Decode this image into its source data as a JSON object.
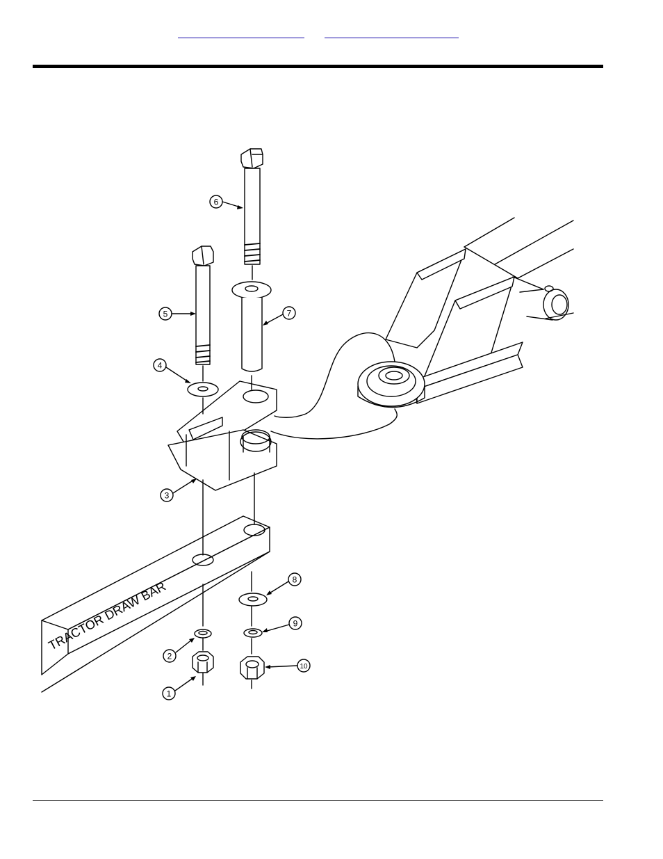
{
  "header": {
    "links": [
      "",
      ""
    ]
  },
  "drawing": {
    "drawbar_text": "TRACTOR DRAW BAR",
    "callouts": [
      "1",
      "2",
      "3",
      "4",
      "5",
      "6",
      "7",
      "8",
      "9",
      "10"
    ]
  }
}
